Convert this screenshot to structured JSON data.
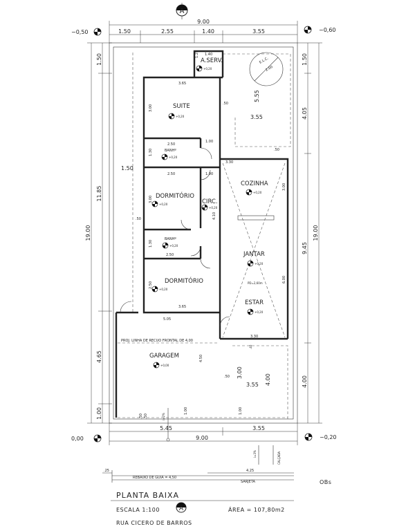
{
  "north_label": "A",
  "levels": {
    "top_left": "−0,50",
    "top_right": "−0,60",
    "bottom_left": "0,00",
    "bottom_right": "−0,20"
  },
  "rooms": {
    "area_serv": "A.SERV.",
    "suite": "SUITE",
    "banh1": "BANHº",
    "dormitorio1": "DORMITÓRIO",
    "circ": "CIRC.",
    "banh2": "BANHº",
    "dormitorio2": "DORMITÓRIO",
    "cozinha": "COZINHA",
    "jantar": "JANTAR",
    "estar": "ESTAR",
    "garagem": "GARAGEM"
  },
  "room_levels": {
    "area_serv": "+0,20",
    "suite": "+0,20",
    "banh1": "+0,20",
    "dormitorio1": "+0,20",
    "circ": "+0,20",
    "banh2": "+0,20",
    "dormitorio2": "+0,20",
    "cozinha": "+0,20",
    "jantar": "+0,20",
    "estar": "+0,20",
    "garagem": "+0,00"
  },
  "dims": {
    "top_total": "9.00",
    "top_1": "1.50",
    "top_2": "2.55",
    "top_3": "1.40",
    "top_4": "3.55",
    "bottom_1": "5.45",
    "bottom_2": "3.55",
    "bottom_total": "9.00",
    "left_total": "19.00",
    "left_1": "1.50",
    "left_2": "11.85",
    "left_3": "4.65",
    "left_4": "1.00",
    "right_total": "19.00",
    "right_1": "1.50",
    "right_2": "4.05",
    "right_3": "9.45",
    "right_4": "4.00",
    "serv_w": "1.40",
    "serv_h": "1.25",
    "suite_w": "3.65",
    "suite_h": "3.00",
    "suite_door": ".50",
    "banh1_w": "2.50",
    "banh1_h": "1.30",
    "hall_w1": "1.00",
    "hall_w2": "1.00",
    "dorm1_w": "2.50",
    "dorm1_h": "3.00",
    "wall_left": "1.50",
    "circ_h": "4.10",
    "circ_door": ".50",
    "banh2_h": "1.30",
    "banh2_w": "2.50",
    "dorm2_h": "2.50",
    "dorm2_w": "3.65",
    "back_h": "5.55",
    "back_w": "3.55",
    "back_door": ".50",
    "cozinha_top": "3.30",
    "cozinha_h": "3.00",
    "estar_h": "6.00",
    "estar_w": "3.30",
    "front_w": "5.05",
    "estar_door": ".40",
    "garage_h": "4.50",
    "front_h1": "3.00",
    "front_h2": "4.00",
    "front_w2": "3.55",
    "front_door": ".50",
    "gate_1": ".50",
    "gate_2": ".50",
    "gate_h": "1.00",
    "gate_h2": "1.00",
    "curb_left": ".25",
    "curb_right": "4.25",
    "slope1": "i=2%",
    "slope2": "i=3%",
    "slope3": "i=2%",
    "ec_label": "E.L.C.",
    "ec_size": "2.00"
  },
  "notes": {
    "setback": "PROJ. LINHA DE RECUO FRONTAL DE 4,00",
    "curb": "REBAIXO DE GUIA = 4,50",
    "sarjeta": "SARJETA",
    "calcada": "CALÇADA",
    "obs": "OBs",
    "pd": "PD=2,60m"
  },
  "footer": {
    "title": "PLANTA BAIXA",
    "scale": "ESCALA 1:100",
    "area": "ÁREA = 107,80m2",
    "street": "RUA CICERO DE BARROS"
  }
}
